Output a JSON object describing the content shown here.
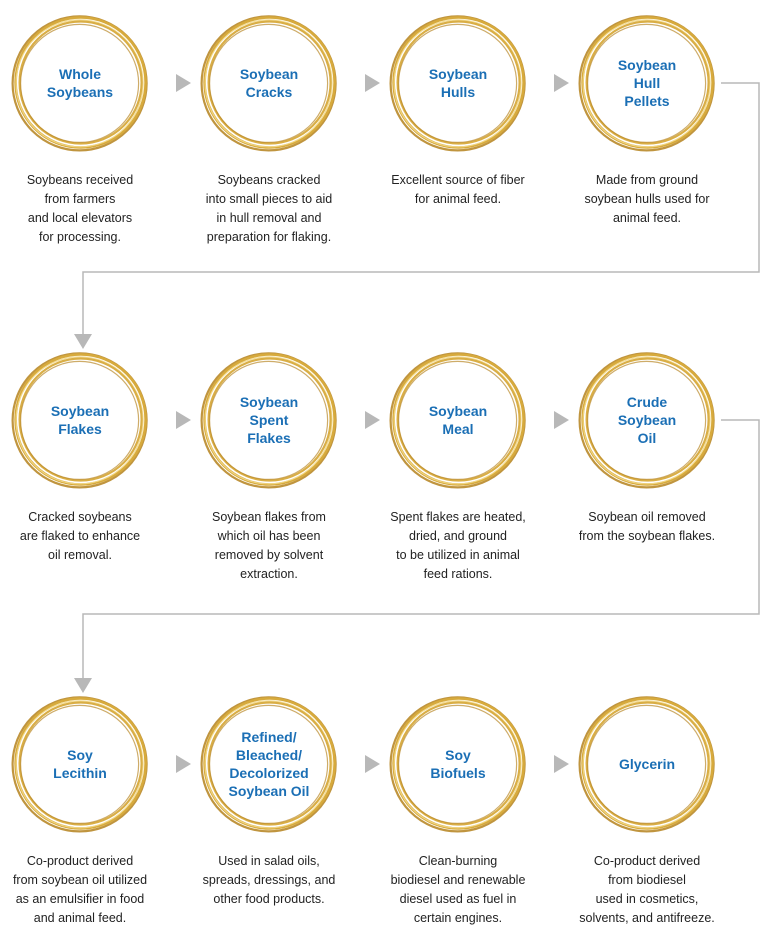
{
  "colors": {
    "ring": "#d7aa3c",
    "ring_highlight": "#f3d98a",
    "ring_shadow": "#b9892a",
    "title": "#1b6fb5",
    "text": "#222222",
    "connector": "#b8b8b8"
  },
  "stages": [
    {
      "title": "Whole\nSoybeans",
      "desc": "Soybeans received\nfrom farmers\nand local elevators\nfor processing."
    },
    {
      "title": "Soybean\nCracks",
      "desc": "Soybeans cracked\ninto small pieces to aid\nin hull removal and\npreparation for flaking."
    },
    {
      "title": "Soybean\nHulls",
      "desc": "Excellent source of fiber\nfor animal feed."
    },
    {
      "title": "Soybean\nHull\nPellets",
      "desc": "Made from ground\nsoybean hulls used for\nanimal feed."
    },
    {
      "title": "Soybean\nFlakes",
      "desc": "Cracked soybeans\nare flaked to enhance\noil removal."
    },
    {
      "title": "Soybean\nSpent\nFlakes",
      "desc": "Soybean flakes from\nwhich oil has been\nremoved by solvent\nextraction."
    },
    {
      "title": "Soybean\nMeal",
      "desc": "Spent flakes are heated,\ndried, and ground\nto be utilized in animal\nfeed rations."
    },
    {
      "title": "Crude\nSoybean\nOil",
      "desc": "Soybean oil removed\nfrom the soybean flakes."
    },
    {
      "title": "Soy\nLecithin",
      "desc": "Co-product derived\nfrom soybean oil utilized\nas an emulsifier in food\nand animal feed."
    },
    {
      "title": "Refined/\nBleached/\nDecolorized\nSoybean Oil",
      "desc": "Used in salad oils,\nspreads, dressings, and\nother food products."
    },
    {
      "title": "Soy\nBiofuels",
      "desc": "Clean-burning\nbiodiesel and renewable\ndiesel used as fuel in\ncertain engines."
    },
    {
      "title": "Glycerin",
      "desc": "Co-product derived\nfrom biodiesel\nused in cosmetics,\nsolvents, and antifreeze."
    }
  ]
}
